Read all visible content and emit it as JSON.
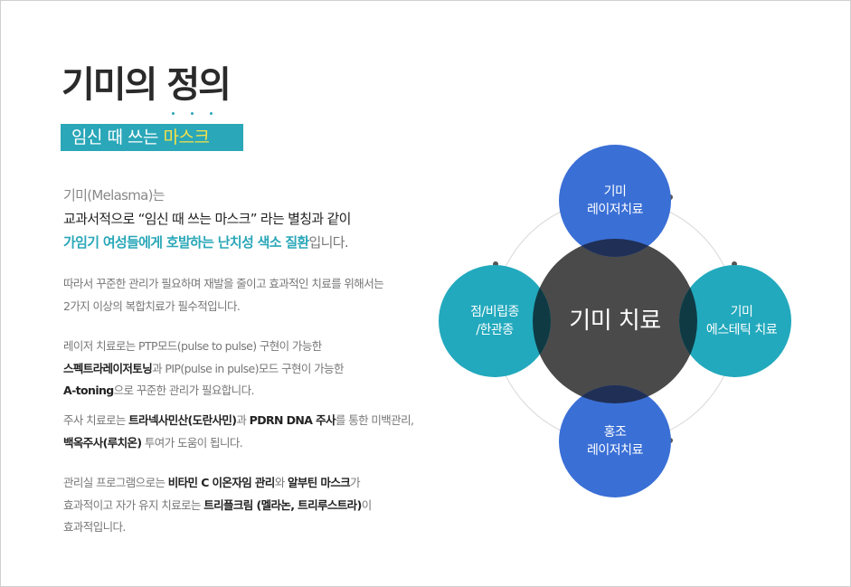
{
  "title": "기미의 정의",
  "subtitle": {
    "prefix": "임신 때 쓰는 ",
    "highlight": "마스크"
  },
  "intro": {
    "line1": "기미(Melasma)는",
    "line2": "교과서적으로 “임신 때 쓰는 마스크” 라는 별칭과 같이",
    "line3_a": "가임기 여성들에게 호발하는 난치성 색소 질환",
    "line3_b": "입니다."
  },
  "para1": {
    "line1": "따라서 꾸준한 관리가 필요하며 재발을 줄이고 효과적인 치료를 위해서는",
    "line2": "2가지 이상의 복합치료가 필수적입니다."
  },
  "para2": {
    "line1": "레이저 치료로는 PTP모드(pulse to pulse) 구현이 가능한",
    "line2_b": "스펙트라레이저토닝",
    "line2_c": "과 PIP(pulse in pulse)모드 구현이 가능한",
    "line3_b": "A-toning",
    "line3_c": "으로 꾸준한 관리가 필요합니다."
  },
  "para3": {
    "line1_a": "주사 치료로는 ",
    "line1_b": "트라넥사민산(도란사민)",
    "line1_c": "과 ",
    "line1_d": "PDRN DNA 주사",
    "line1_e": "를 통한 미백관리,",
    "line2_b": "백옥주사(루치온)",
    "line2_c": " 투여가 도움이 됩니다."
  },
  "para4": {
    "line1_a": "관리실 프로그램으로는 ",
    "line1_b": "비타민 C 이온자임 관리",
    "line1_c": "와 ",
    "line1_d": "알부틴 마스크",
    "line1_e": "가",
    "line2_a": "효과적이고 자가 유지 치료로는 ",
    "line2_b": "트리플크림 (멜라논, 트리루스트라)",
    "line2_c": "이",
    "line3": "효과적입니다."
  },
  "diagram": {
    "center": "기미 치료",
    "top": {
      "line1": "기미",
      "line2": "레이저치료"
    },
    "left": {
      "line1": "점/비립종",
      "line2": "/한관종"
    },
    "right": {
      "line1": "기미",
      "line2": "에스테틱 치료"
    },
    "bottom": {
      "line1": "홍조",
      "line2": "레이저치료"
    },
    "colors": {
      "center": "#4a4a4a",
      "blue": "#3a6fd6",
      "teal": "#22a9bd",
      "overlap_blue": "#1f2f55",
      "overlap_teal": "#0f3a44"
    }
  }
}
